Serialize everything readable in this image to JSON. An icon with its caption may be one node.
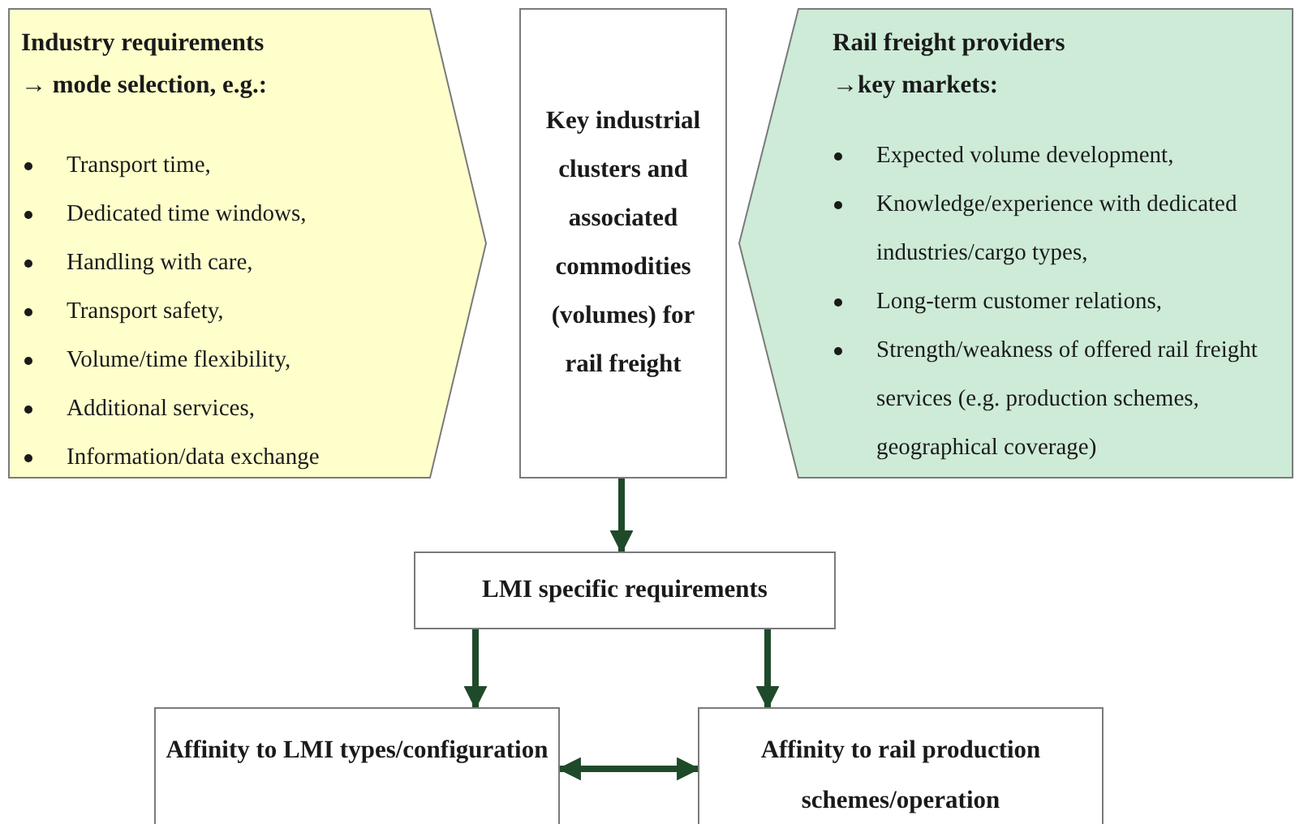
{
  "diagram": {
    "nodes": [
      {
        "text": [
          "Industry requirements",
          "→ mode selection, e.g.:",
          "Transport time,",
          "Dedicated time windows,",
          "Handling with care,",
          "Transport safety,",
          "Volume/time flexibility,",
          "Additional services,",
          "Information/data exchange"
        ]
      },
      {
        "text": [
          "Key industrial clusters and associated commodities (volumes) for rail freight"
        ]
      },
      {
        "text": [
          "Rail freight providers",
          "→key markets:",
          "Expected volume development,",
          "Knowledge/experience with dedicated industries/cargo types,",
          "Long-term customer relations,",
          "Strength/weakness of offered rail freight services (e.g. production schemes, geographical coverage)"
        ]
      },
      {
        "text": [
          "LMI specific requirements"
        ]
      },
      {
        "text": [
          "Affinity to LMI types/configuration"
        ]
      },
      {
        "text": [
          "Affinity to rail production schemes/operation"
        ]
      }
    ],
    "edges": [
      {
        "from": 1,
        "to": 3,
        "arrow": "to"
      },
      {
        "from": 3,
        "to": 4,
        "arrow": "to"
      },
      {
        "from": 3,
        "to": 5,
        "arrow": "to"
      },
      {
        "from": 4,
        "to": 5,
        "arrow": "both"
      }
    ]
  }
}
